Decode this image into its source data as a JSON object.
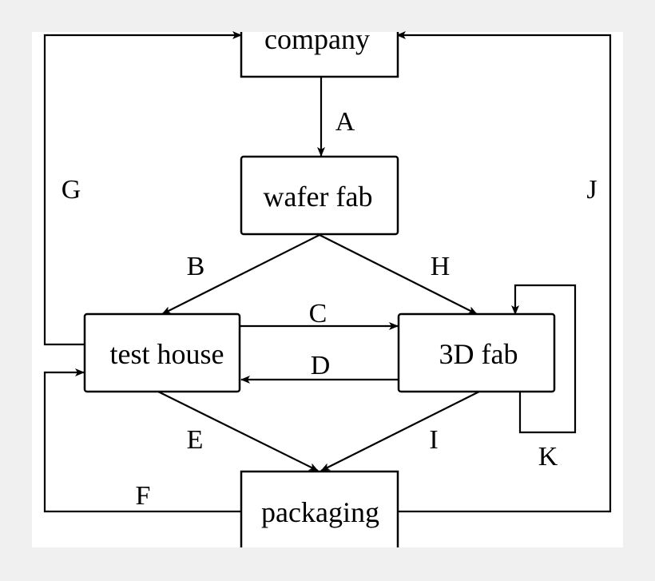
{
  "diagram": {
    "nodes": {
      "company": "company",
      "wafer_fab": "wafer fab",
      "test_house": "test house",
      "fab_3d": "3D fab",
      "packaging": "packaging"
    },
    "edges": {
      "A": "A",
      "B": "B",
      "C": "C",
      "D": "D",
      "E": "E",
      "F": "F",
      "G": "G",
      "H": "H",
      "I": "I",
      "J": "J",
      "K": "K"
    }
  }
}
